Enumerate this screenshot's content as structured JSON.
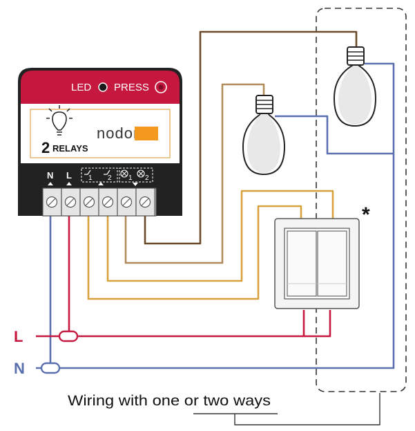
{
  "module": {
    "led_label": "LED",
    "press_label": "PRESS",
    "brand": "nodon",
    "relay_count": "2",
    "relay_label": "RELAYS",
    "terminals": [
      "N",
      "L",
      "1",
      "2",
      "1",
      "2"
    ]
  },
  "wires": {
    "line_label": "L",
    "neutral_label": "N"
  },
  "note_marker": "*",
  "caption": "Wiring with one or two ways",
  "colors": {
    "module_red": "#c6173e",
    "neutral_blue": "#5a6fae",
    "line_red": "#c6173e",
    "switched_brown": "#6b4a2a",
    "switched_tan": "#b08a5a",
    "control_yellow": "#d7a23e",
    "logo_orange": "#f39a1e"
  }
}
